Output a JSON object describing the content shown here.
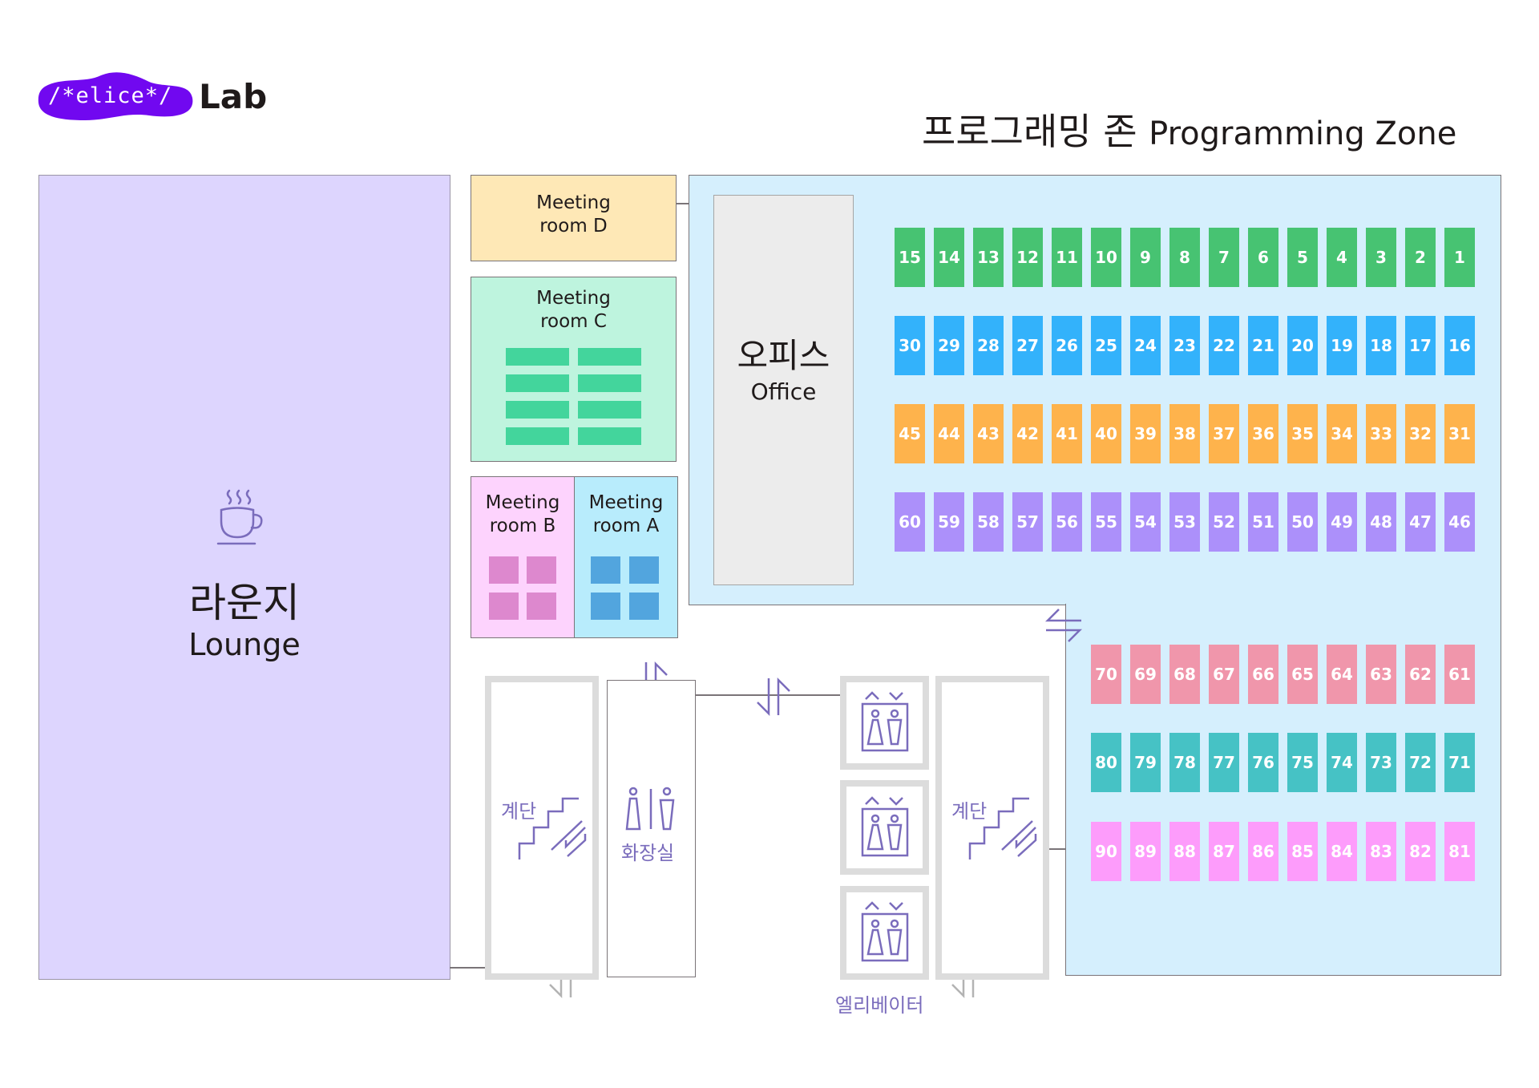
{
  "logo": {
    "brand": "/*elice*/",
    "suffix": "Lab",
    "brand_color": "#7108f0"
  },
  "title": {
    "ko": "프로그래밍 존",
    "en": "Programming Zone"
  },
  "lounge": {
    "ko": "라운지",
    "en": "Lounge",
    "icon": "coffee-cup-icon"
  },
  "meeting_rooms": [
    {
      "id": "D",
      "line1": "Meeting",
      "line2": "room D"
    },
    {
      "id": "C",
      "line1": "Meeting",
      "line2": "room C"
    },
    {
      "id": "B",
      "line1": "Meeting",
      "line2": "room B"
    },
    {
      "id": "A",
      "line1": "Meeting",
      "line2": "room A"
    }
  ],
  "office": {
    "ko": "오피스",
    "en": "Office"
  },
  "facilities": {
    "stairs_label": "계단",
    "restroom_label": "화장실",
    "elevator_label": "엘리베이터"
  },
  "seat_rows": [
    {
      "color": "#47c372",
      "seats": [
        15,
        14,
        13,
        12,
        11,
        10,
        9,
        8,
        7,
        6,
        5,
        4,
        3,
        2,
        1
      ]
    },
    {
      "color": "#33b2fb",
      "seats": [
        30,
        29,
        28,
        27,
        26,
        25,
        24,
        23,
        22,
        21,
        20,
        19,
        18,
        17,
        16
      ]
    },
    {
      "color": "#feb34c",
      "seats": [
        45,
        44,
        43,
        42,
        41,
        40,
        39,
        38,
        37,
        36,
        35,
        34,
        33,
        32,
        31
      ]
    },
    {
      "color": "#ac90fa",
      "seats": [
        60,
        59,
        58,
        57,
        56,
        55,
        54,
        53,
        52,
        51,
        50,
        49,
        48,
        47,
        46
      ]
    },
    {
      "color": "#f096ab",
      "seats": [
        70,
        69,
        68,
        67,
        66,
        65,
        64,
        63,
        62,
        61
      ]
    },
    {
      "color": "#46c2c5",
      "seats": [
        80,
        79,
        78,
        77,
        76,
        75,
        74,
        73,
        72,
        71
      ]
    },
    {
      "color": "#fd9cfb",
      "seats": [
        90,
        89,
        88,
        87,
        86,
        85,
        84,
        83,
        82,
        81
      ]
    }
  ]
}
